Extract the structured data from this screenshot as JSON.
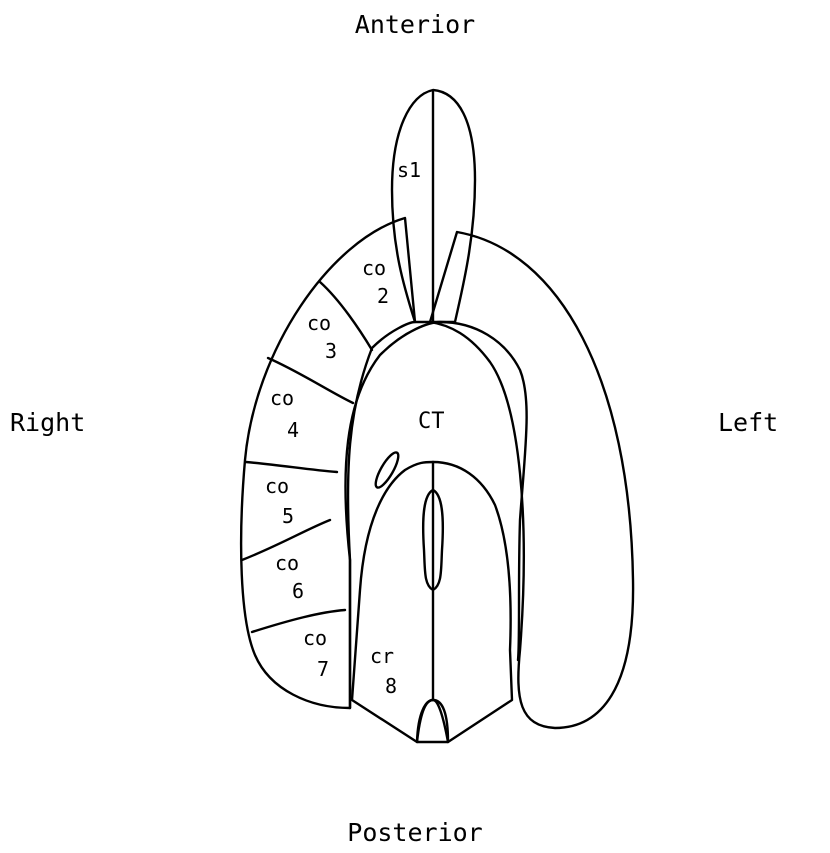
{
  "directions": {
    "anterior": "Anterior",
    "posterior": "Posterior",
    "right": "Right",
    "left": "Left"
  },
  "regions": {
    "s1": "s1",
    "co2": [
      "co",
      "2"
    ],
    "co3": [
      "co",
      "3"
    ],
    "co4": [
      "co",
      "4"
    ],
    "co5": [
      "co",
      "5"
    ],
    "co6": [
      "co",
      "6"
    ],
    "co7": [
      "co",
      "7"
    ],
    "cr8": [
      "cr",
      "8"
    ],
    "ct": "CT"
  },
  "colors": {
    "line": "#000000",
    "background": "#ffffff"
  }
}
